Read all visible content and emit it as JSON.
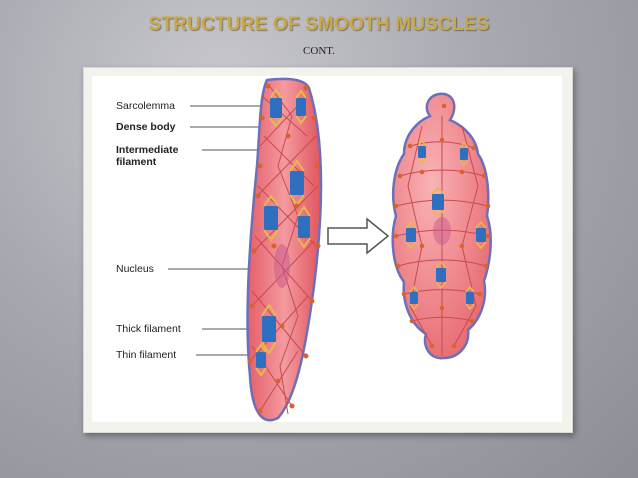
{
  "slide": {
    "title": "STRUCTURE OF SMOOTH MUSCLES",
    "subtitle": "CONT."
  },
  "diagram": {
    "labels": {
      "sarcolemma": "Sarcolemma",
      "dense_body": "Dense body",
      "intermediate_filament_line1": "Intermediate",
      "intermediate_filament_line2": "filament",
      "nucleus": "Nucleus",
      "thick_filament": "Thick filament",
      "thin_filament": "Thin filament"
    },
    "colors": {
      "cell_fill": "#ee7e84",
      "cell_edge": "#c84a52",
      "membrane": "#6d6fb8",
      "dense_body": "#d8632e",
      "thick_filament": "#2f6fc0",
      "thin_filament": "#e8b94a",
      "nucleus": "#c85a8a",
      "arrow": "#ffffff"
    }
  }
}
